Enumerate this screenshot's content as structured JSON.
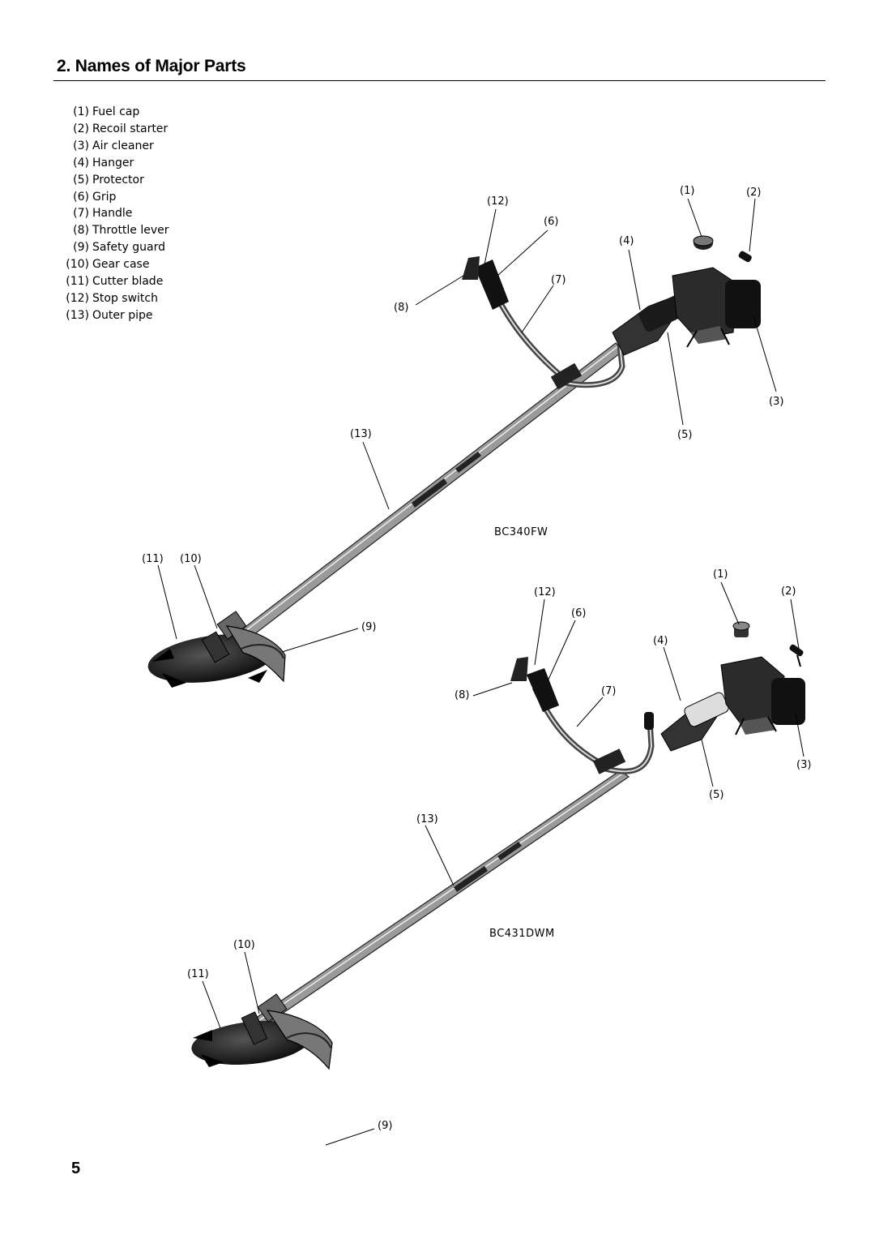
{
  "heading": "2. Names of Major Parts",
  "parts": [
    {
      "num": "(1)",
      "name": "Fuel cap"
    },
    {
      "num": "(2)",
      "name": "Recoil starter"
    },
    {
      "num": "(3)",
      "name": "Air cleaner"
    },
    {
      "num": "(4)",
      "name": "Hanger"
    },
    {
      "num": "(5)",
      "name": "Protector"
    },
    {
      "num": "(6)",
      "name": "Grip"
    },
    {
      "num": "(7)",
      "name": "Handle"
    },
    {
      "num": "(8)",
      "name": "Throttle lever"
    },
    {
      "num": "(9)",
      "name": "Safety guard"
    },
    {
      "num": "(10)",
      "name": "Gear case"
    },
    {
      "num": "(11)",
      "name": "Cutter blade"
    },
    {
      "num": "(12)",
      "name": "Stop switch"
    },
    {
      "num": "(13)",
      "name": "Outer pipe"
    }
  ],
  "figures": [
    {
      "model": "BC340FW",
      "callouts": {
        "c1": "(1)",
        "c2": "(2)",
        "c3": "(3)",
        "c4": "(4)",
        "c5": "(5)",
        "c6": "(6)",
        "c7": "(7)",
        "c8": "(8)",
        "c9": "(9)",
        "c10": "(10)",
        "c11": "(11)",
        "c12": "(12)",
        "c13": "(13)"
      }
    },
    {
      "model": "BC431DWM",
      "callouts": {
        "c1": "(1)",
        "c2": "(2)",
        "c3": "(3)",
        "c4": "(4)",
        "c5": "(5)",
        "c6": "(6)",
        "c7": "(7)",
        "c8": "(8)",
        "c9": "(9)",
        "c10": "(10)",
        "c11": "(11)",
        "c12": "(12)",
        "c13": "(13)"
      }
    }
  ],
  "page_number": "5"
}
